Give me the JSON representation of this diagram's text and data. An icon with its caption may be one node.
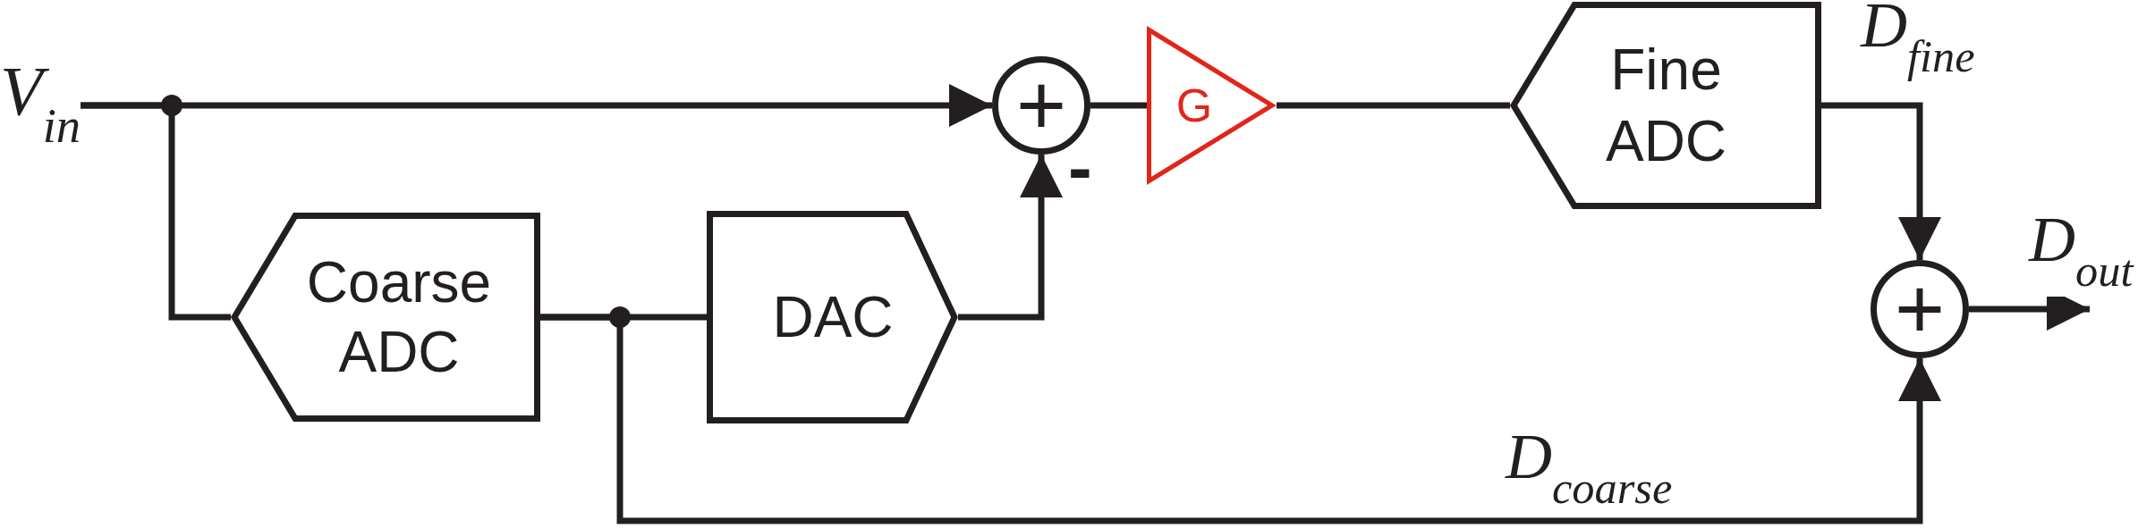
{
  "diagram": {
    "nodes": [
      {
        "text": [
          "V$_{in}$"
        ]
      },
      {
        "text": [
          "+"
        ],
        "beside": [
          "-"
        ]
      },
      {
        "text": [
          "G"
        ]
      },
      {
        "text": [
          "Fine ADC"
        ]
      },
      {
        "text": [
          "Coarse ADC"
        ]
      },
      {
        "text": [
          "DAC"
        ]
      },
      {
        "text": [
          "+"
        ]
      }
    ],
    "edges": [
      {
        "from": 0,
        "to": 1,
        "arrow": "to"
      },
      {
        "from": 0,
        "to": 4,
        "arrow": "none"
      },
      {
        "from": 4,
        "to": 5,
        "arrow": "none"
      },
      {
        "from": 5,
        "to": 1,
        "arrow": "to"
      },
      {
        "from": 1,
        "to": 2,
        "arrow": "none"
      },
      {
        "from": 2,
        "to": 3,
        "arrow": "none"
      },
      {
        "from": 3,
        "to": 6,
        "arrow": "to",
        "label": "D$_{fine}$"
      },
      {
        "from": 4,
        "to": 6,
        "arrow": "to",
        "label": "D$_{coarse}$"
      },
      {
        "from": 6,
        "to": null,
        "arrow": "to",
        "label": "D$_{out}$"
      }
    ]
  }
}
